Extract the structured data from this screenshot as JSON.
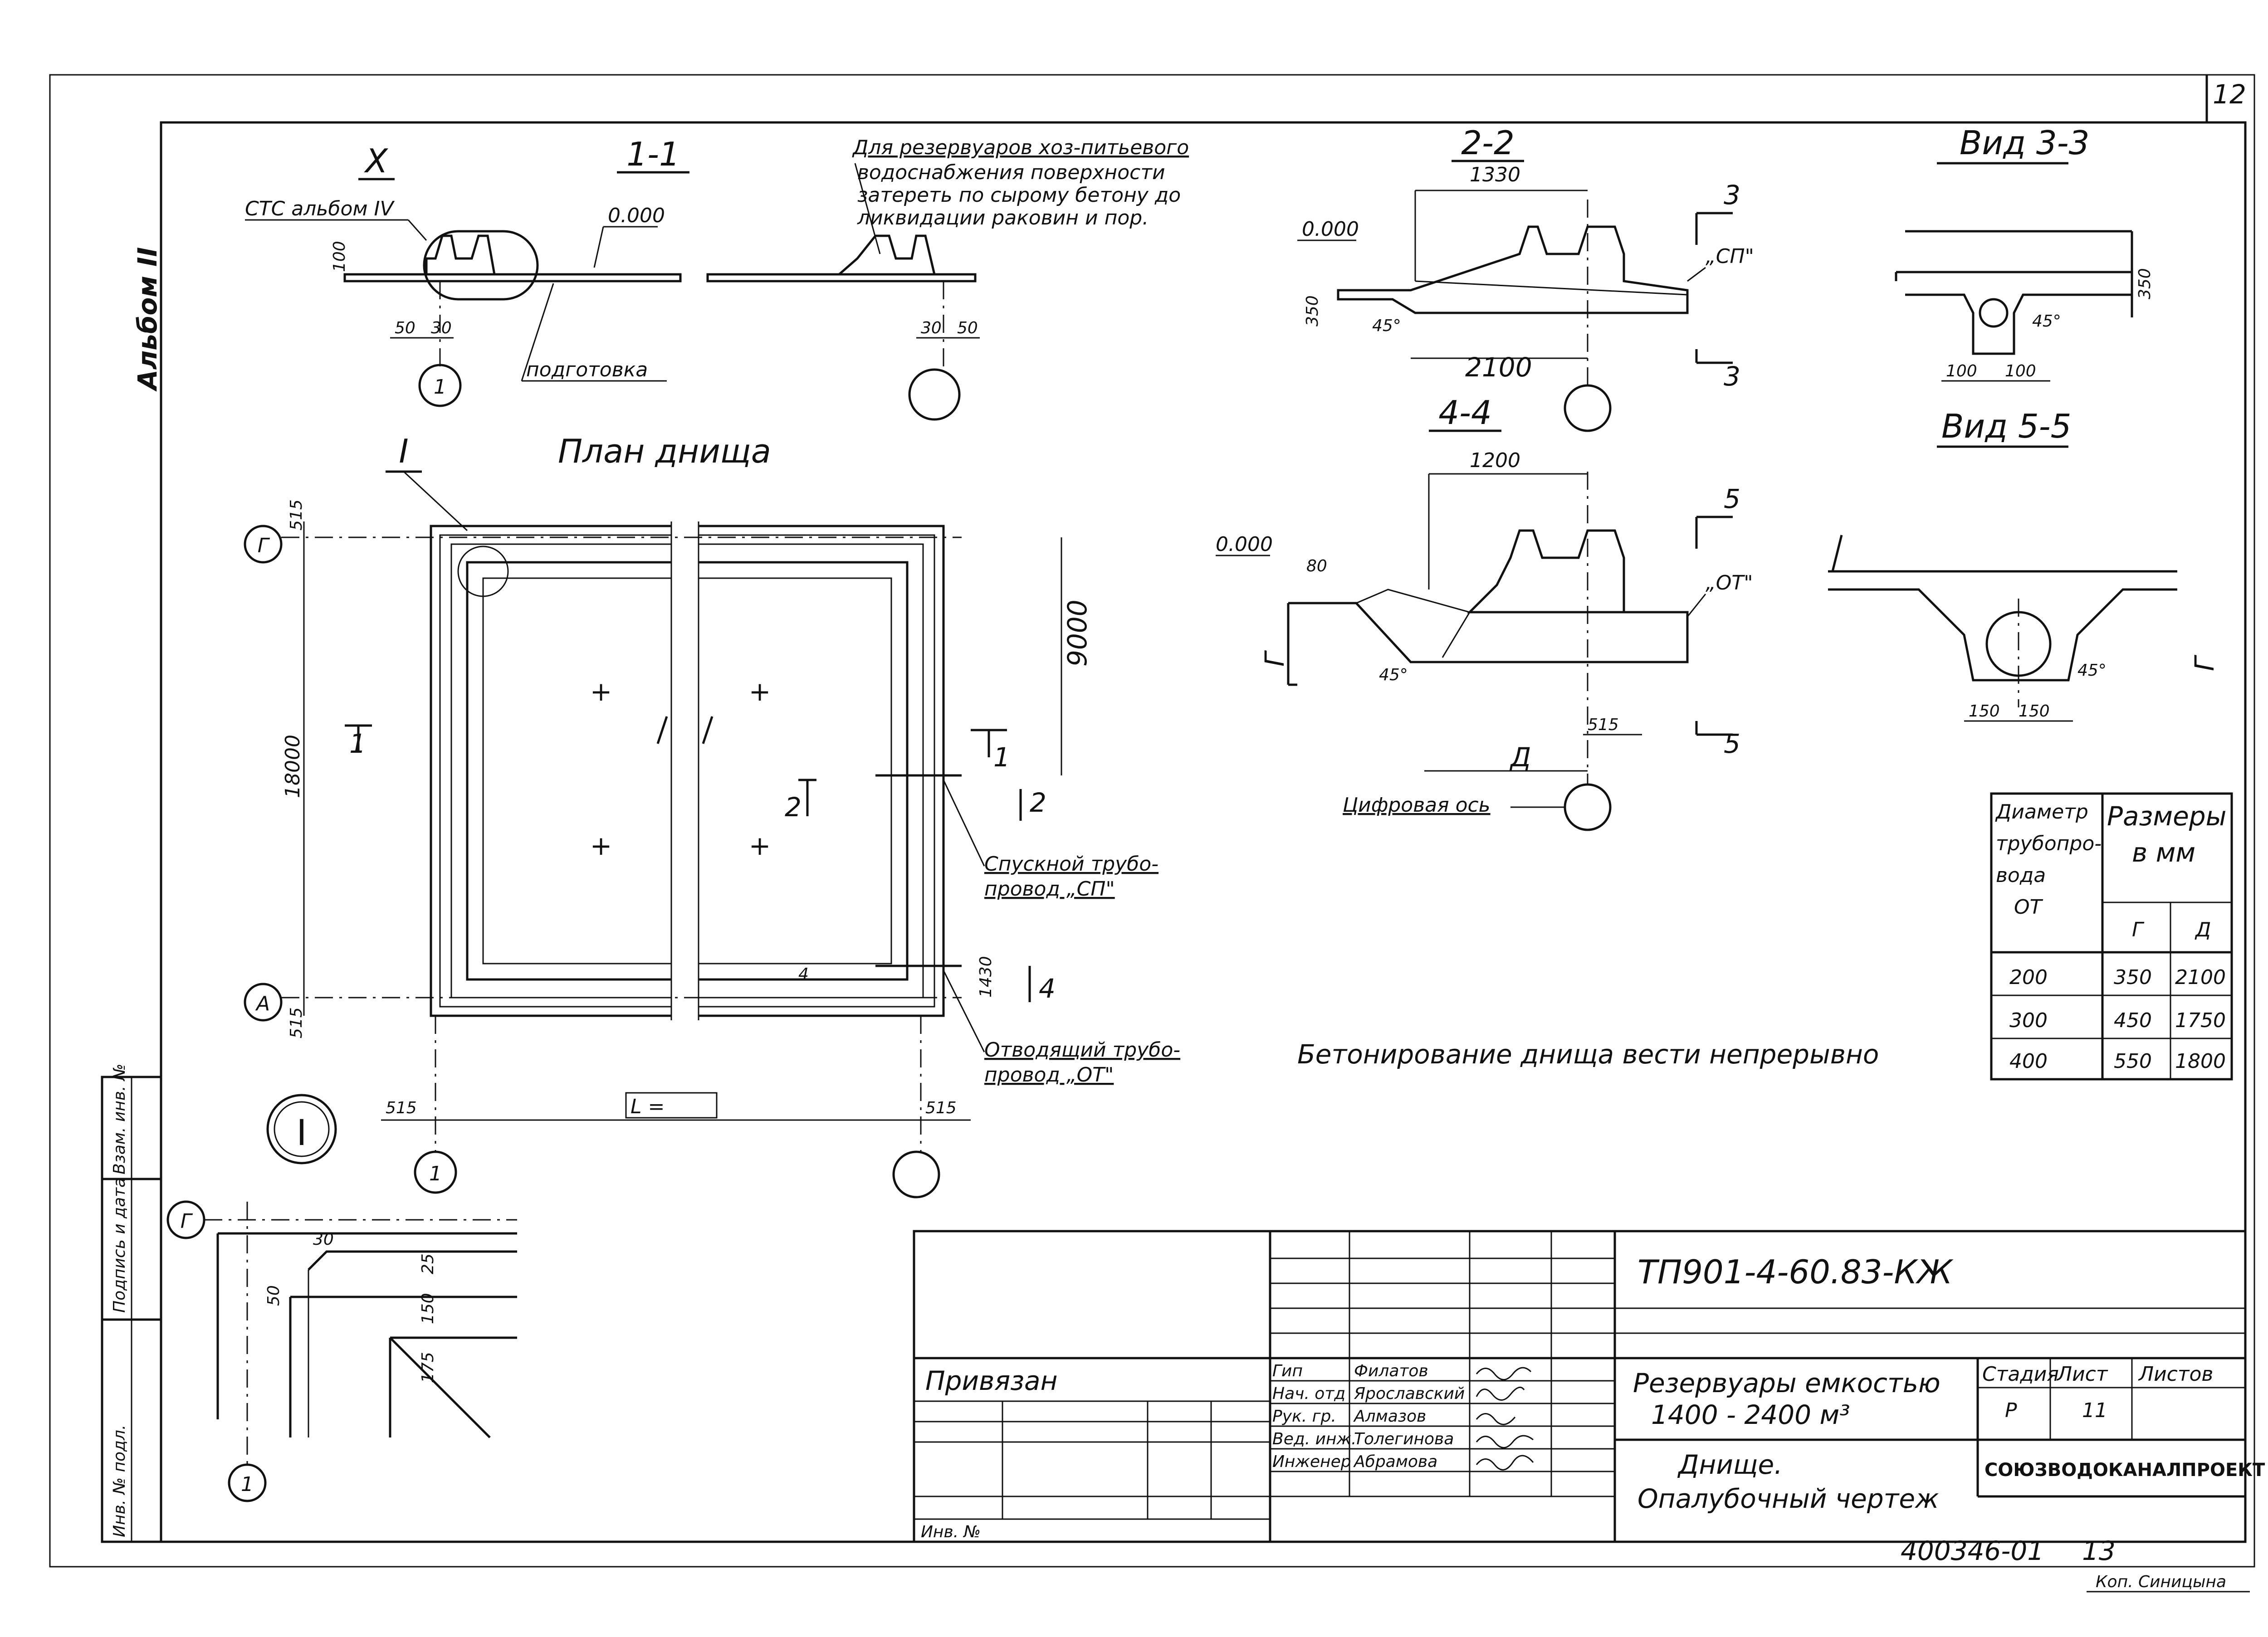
{
  "page": {
    "sheet_number": "12",
    "album_label": "Альбом II"
  },
  "sections": {
    "s11": {
      "title": "1-1",
      "ref_X": "X",
      "ref_album": "СТС альбом IV",
      "elev": "0.000",
      "dim100": "100",
      "dim50": "50",
      "dim30": "30",
      "axis": "1",
      "podgotovka": "подготовка",
      "dim30r": "30",
      "dim50r": "50"
    },
    "note_reservoir": [
      "Для резервуаров хоз-питьевого",
      "водоснабжения поверхности",
      "затереть по сырому бетону до",
      "ликвидации раковин и пор."
    ],
    "s22": {
      "title": "2-2",
      "dim1330": "1330",
      "elev": "0.000",
      "sp": "„СП\"",
      "dim350": "350",
      "dim45": "45°",
      "dim2100": "2100",
      "mark3": "3"
    },
    "v33": {
      "title": "Вид 3-3",
      "dim350": "350",
      "dim45": "45°",
      "dim100a": "100",
      "dim100b": "100"
    },
    "s44": {
      "title": "4-4",
      "dim1200": "1200",
      "elev": "0.000",
      "dim80": "80",
      "ot": "„ОТ\"",
      "G": "Г",
      "dim45": "45°",
      "dim515": "515",
      "D": "Д",
      "mark5": "5",
      "zero_axis": "Цифровая ось"
    },
    "v55": {
      "title": "Вид 5-5",
      "G": "Г",
      "dim45": "45°",
      "dim150": "150",
      "dim150b": "150"
    }
  },
  "plan": {
    "title": "План днища",
    "ref_I": "I",
    "axis_G": "Г",
    "axis_A": "А",
    "axis_1": "1",
    "dim_top_margin": "515",
    "dim_bottom_margin": "515",
    "dim_18000": "18000",
    "dim_9000": "9000",
    "dim_1430": "1430",
    "dim_left_515": "515",
    "dim_right_515": "515",
    "length_label": "L =",
    "cut1": "1",
    "cut2": "2",
    "cut4": "4",
    "pipe_sp": [
      "Спускной трубо-",
      "провод „СП\""
    ],
    "pipe_ot": [
      "Отводящий трубо-",
      "провод „ОТ\""
    ]
  },
  "concreting_note": "Бетонирование днища вести непрерывно",
  "table": {
    "col1": [
      "Диаметр",
      "трубопро-",
      "вода",
      "ОТ"
    ],
    "col_sizes": [
      "Размеры",
      "в мм"
    ],
    "sub_G": "Г",
    "sub_D": "Д",
    "rows": [
      [
        "200",
        "350",
        "2100"
      ],
      [
        "300",
        "450",
        "1750"
      ],
      [
        "400",
        "550",
        "1800"
      ]
    ]
  },
  "detail_I": {
    "ref": "I",
    "axis_G": "Г",
    "axis_1": "1",
    "dim30": "30",
    "dim50": "50",
    "dim25": "25",
    "dim150": "150",
    "dim175": "175"
  },
  "side_stamp": [
    "Инв. № подл.",
    "Подпись и дата",
    "Взам. инв. №"
  ],
  "title_block": {
    "code": "ТП901-4-60.83-КЖ",
    "privyazan": "Привязан",
    "inv_no": "Инв. №",
    "roles": [
      "Гип",
      "Нач. отд",
      "Рук. гр.",
      "Вед. инж.",
      "Инженер"
    ],
    "names": [
      "Филатов",
      "Ярославский",
      "Алмазов",
      "Толегинова",
      "Абрамова"
    ],
    "project_title": [
      "Резервуары емкостью",
      "1400 - 2400 м³"
    ],
    "sheet_title": [
      "Днище.",
      "Опалубочный чертеж"
    ],
    "h_stage": "Стадия",
    "h_sheet": "Лист",
    "h_sheets": "Листов",
    "v_stage": "Р",
    "v_sheet": "11",
    "org": "СОЮЗВОДОКАНАЛПРОЕКТ",
    "archive_no": "400346-01",
    "archive_sheet": "13",
    "copied": "Коп. Синицына"
  },
  "colors": {
    "ink": "#111111",
    "paper": "#ffffff"
  }
}
